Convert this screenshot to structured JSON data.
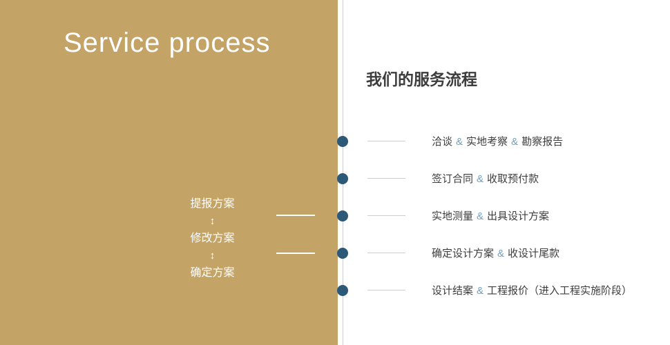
{
  "colors": {
    "gold": "#C3A366",
    "navy": "#2C5977",
    "accent": "#6E9FC5",
    "text_dark": "#3D3D3D",
    "line_gray": "#CDCDCD"
  },
  "left_panel": {
    "title": "Service process",
    "plan_flow": {
      "arrow": "↕",
      "items": [
        "提报方案",
        "修改方案",
        "确定方案"
      ]
    }
  },
  "right_panel": {
    "heading": "我们的服务流程",
    "steps": [
      "洽谈 & 实地考察 & 勘察报告",
      "签订合同 & 收取预付款",
      "实地测量 & 出具设计方案",
      "确定设计方案 & 收设计尾款",
      "设计结案 & 工程报价（进入工程实施阶段）"
    ]
  }
}
